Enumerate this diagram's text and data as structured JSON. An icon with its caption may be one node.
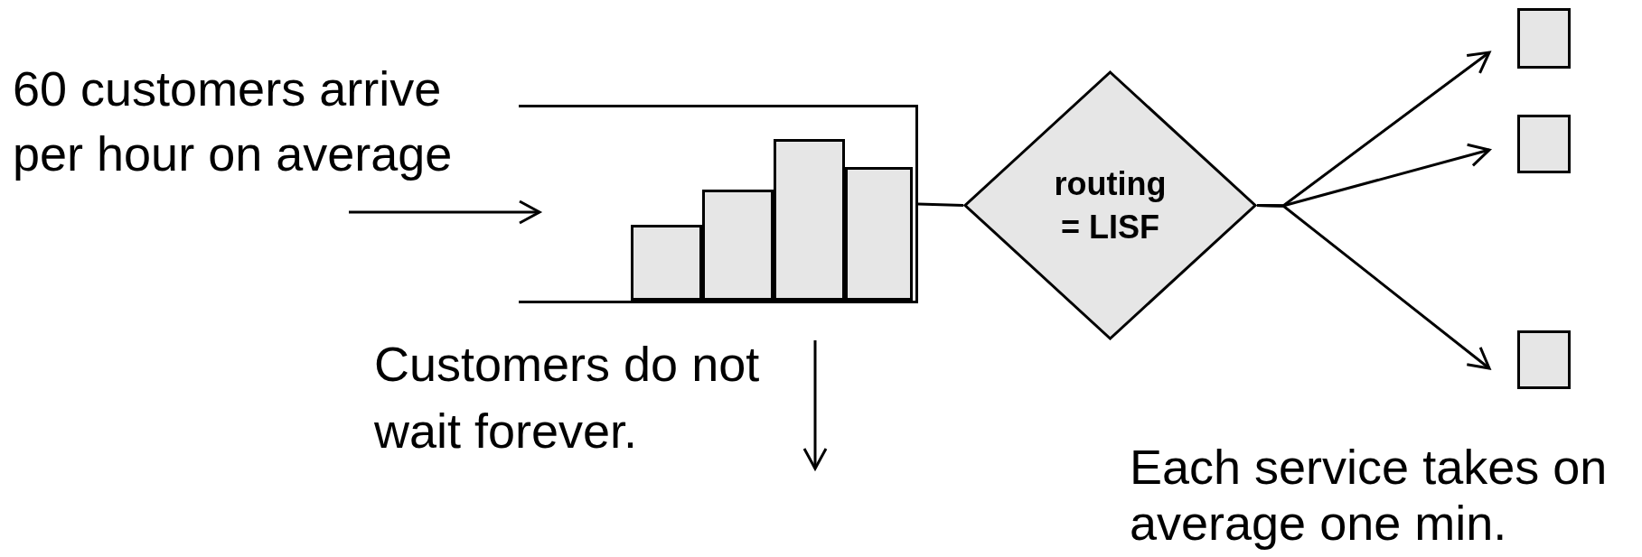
{
  "diagram": {
    "nodes": [
      {
        "text": [],
        "shape": "queue"
      },
      {
        "text": [],
        "shape": "bar",
        "in": 0
      },
      {
        "text": [],
        "shape": "bar",
        "in": 0
      },
      {
        "text": [],
        "shape": "bar",
        "in": 0
      },
      {
        "text": [],
        "shape": "bar",
        "in": 0
      },
      {
        "text": [
          "routing = LISF"
        ]
      },
      {
        "text": [],
        "shape": "box"
      },
      {
        "text": [],
        "shape": "box"
      },
      {
        "text": [],
        "shape": "box"
      }
    ],
    "edges": [
      {
        "from": null,
        "to": 0,
        "arrow": "to"
      },
      {
        "from": 0,
        "to": 5,
        "arrow": "none"
      },
      {
        "from": 5,
        "to": 6,
        "arrow": "to"
      },
      {
        "from": 5,
        "to": 7,
        "arrow": "to"
      },
      {
        "from": 5,
        "to": 8,
        "arrow": "to"
      },
      {
        "from": 0,
        "to": null,
        "arrow": "to"
      }
    ],
    "labels": [
      "60 customers arrive per hour on average",
      "Customers do not wait forever.",
      "Each service takes on average one min."
    ]
  }
}
